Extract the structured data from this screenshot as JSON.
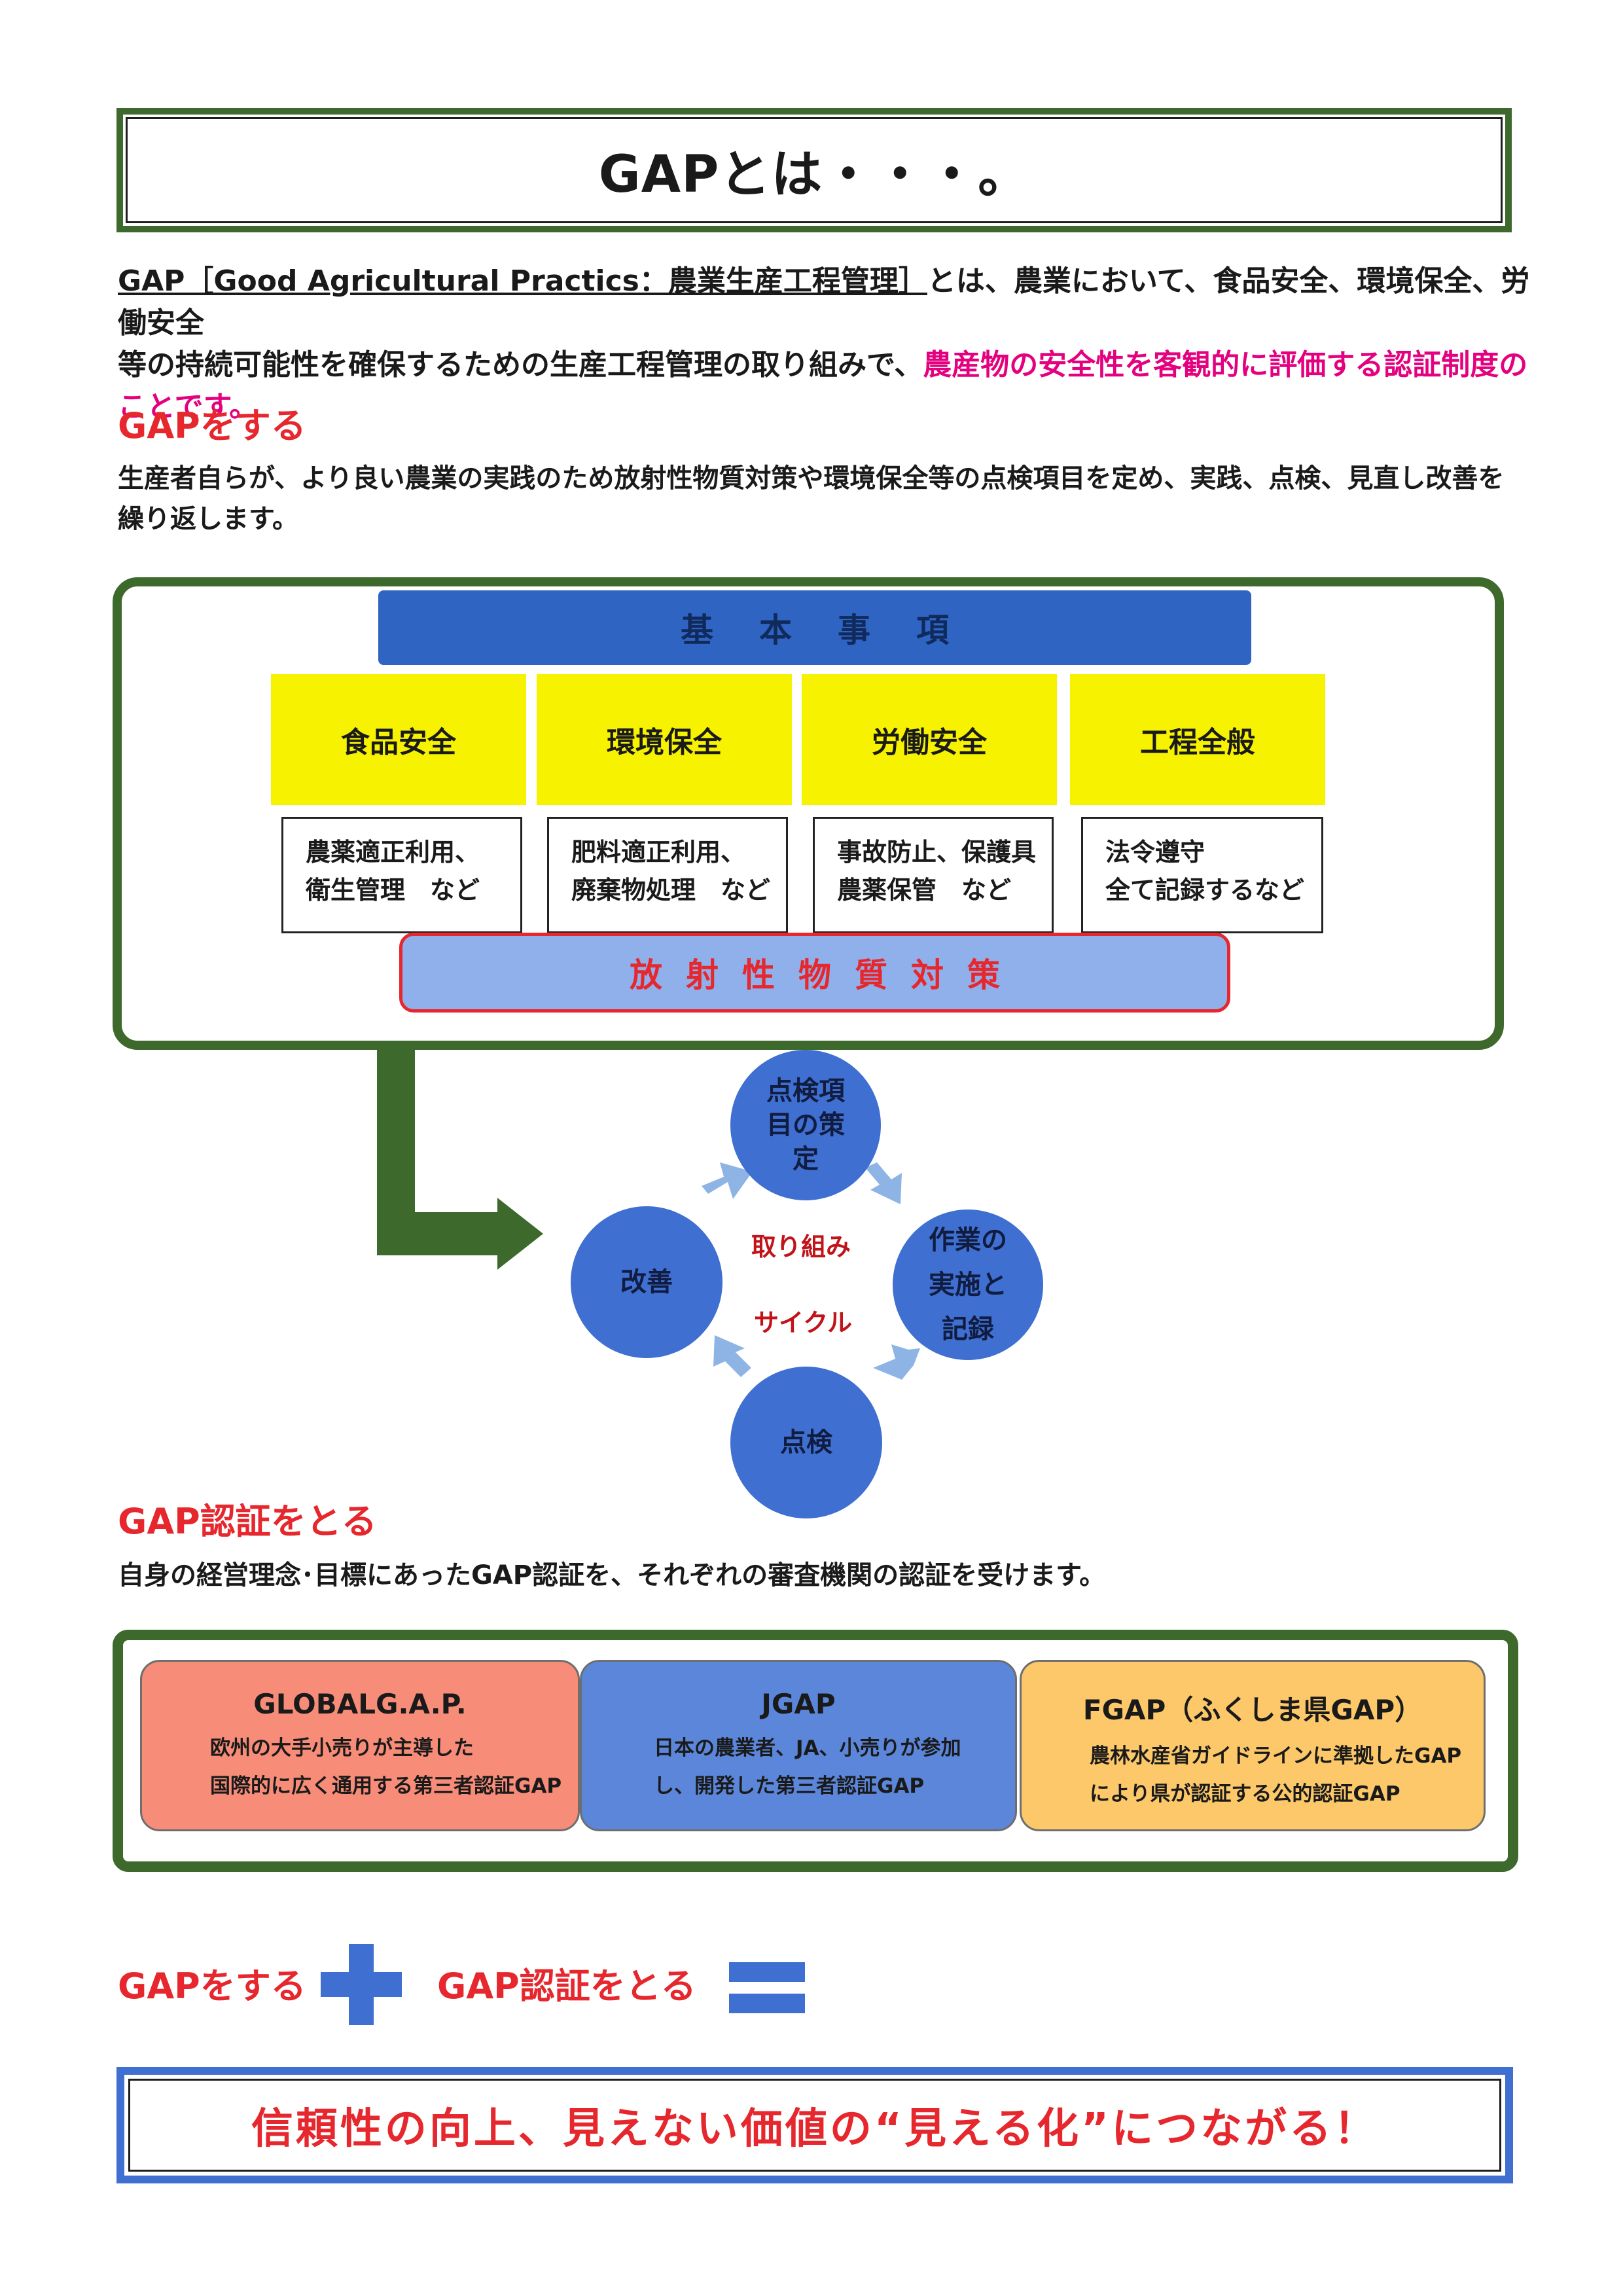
{
  "title": "GAPとは・・・。",
  "intro": {
    "line1_underlined": "GAP［Good Agricultural Practics：農業生産工程管理］",
    "line1_rest": "とは、農業において、食品安全、環境保全、労働安全",
    "line2_plain": "等の持続可能性を確保するための生産工程管理の取り組みで、",
    "line2_highlight": "農産物の安全性を客観的に評価する認証制度のことです。"
  },
  "gap_do": {
    "heading": "GAPをする",
    "line1": "生産者自らが、より良い農業の実践のため放射性物質対策や環境保全等の点検項目を定め、実践、点検、見直し改善を",
    "line2": "繰り返します。"
  },
  "basics": {
    "banner": "基本事項",
    "categories": [
      {
        "label": "食品安全",
        "line1": "農薬適正利用、",
        "line2": "衛生管理　など"
      },
      {
        "label": "環境保全",
        "line1": "肥料適正利用、",
        "line2": "廃棄物処理　など"
      },
      {
        "label": "労働安全",
        "line1": "事故防止、保護具",
        "line2": "農薬保管　など"
      },
      {
        "label": "工程全般",
        "line1": "法令遵守",
        "line2": "全て記録するなど"
      }
    ],
    "radiation": "放射性物質対策"
  },
  "cycle": {
    "top": [
      "点検項",
      "目の策",
      "定"
    ],
    "right": [
      "作業の",
      "実施と",
      "記録"
    ],
    "bottom": [
      "点検"
    ],
    "left": [
      "改善"
    ],
    "center1": "取り組み",
    "center2": "サイクル"
  },
  "gap_cert": {
    "heading": "GAP認証をとる",
    "text": "自身の経営理念･目標にあったGAP認証を、それぞれの審査機関の認証を受けます。"
  },
  "certs": [
    {
      "title": "GLOBALG.A.P.",
      "line1": "欧州の大手小売りが主導した",
      "line2": "国際的に広く通用する第三者認証GAP",
      "color": "#f78c78"
    },
    {
      "title": "JGAP",
      "line1": "日本の農業者、JA、小売りが参加",
      "line2": "し、開発した第三者認証GAP",
      "color": "#5b86da"
    },
    {
      "title": "FGAP（ふくしま県GAP）",
      "line1": "農林水産省ガイドラインに準拠したGAP",
      "line2": "により県が認証する公的認証GAP",
      "color": "#fcc869"
    }
  ],
  "equation": {
    "left": "GAPをする",
    "right": "GAP認証をとる"
  },
  "conclusion": "信頼性の向上、見えない価値の“見える化”につながる！",
  "colors": {
    "green_frame": "#3d6a2c",
    "blue": "#3f6fd0",
    "red": "#e6282e",
    "magenta": "#e4007f",
    "yellow": "#f6f200"
  }
}
